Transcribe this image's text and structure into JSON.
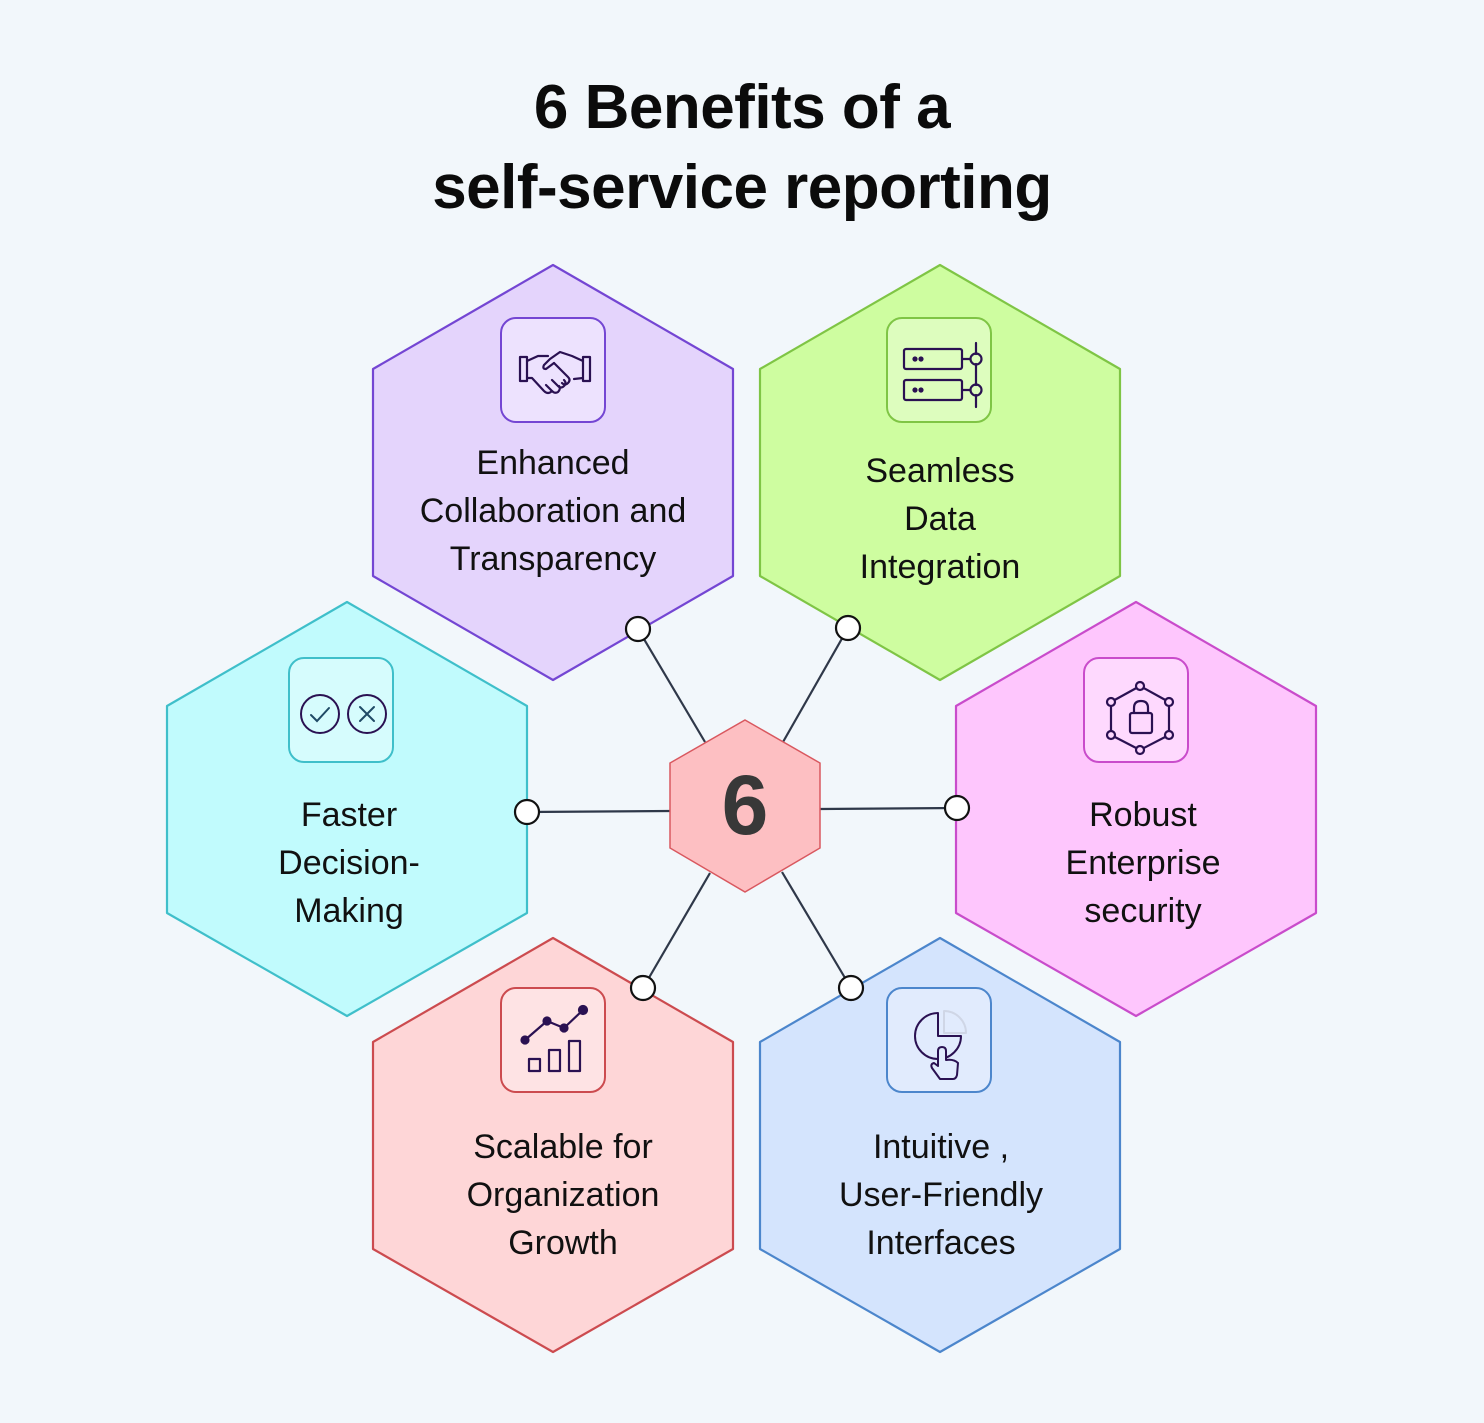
{
  "title": {
    "line1": "6 Benefits of a",
    "line2": "self-service reporting"
  },
  "center": {
    "number": "6",
    "fill": "#fdbfc2",
    "stroke": "#d9585f"
  },
  "benefits": [
    {
      "lines": [
        "Enhanced",
        "Collaboration and",
        "Transparency"
      ],
      "icon": "handshake-icon",
      "fill": "#e4d4fc",
      "stroke": "#7446d3",
      "icon_fill": "#ede2fe"
    },
    {
      "lines": [
        "Seamless",
        "Data",
        "Integration"
      ],
      "icon": "server-network-icon",
      "fill": "#cefda0",
      "stroke": "#7fc545",
      "icon_fill": "#ddfdbe"
    },
    {
      "lines": [
        "Faster",
        "Decision-",
        "Making"
      ],
      "icon": "check-cross-icon",
      "fill": "#c1fbfd",
      "stroke": "#3fbfca",
      "icon_fill": "#d6fcfd"
    },
    {
      "lines": [
        "Robust",
        "Enterprise",
        "security"
      ],
      "icon": "security-lock-icon",
      "fill": "#fec6fd",
      "stroke": "#c94ccb",
      "icon_fill": "#fed9fe"
    },
    {
      "lines": [
        "Scalable for",
        "Organization",
        "Growth"
      ],
      "icon": "growth-chart-icon",
      "fill": "#fed6d7",
      "stroke": "#cc4b4f",
      "icon_fill": "#fee3e4"
    },
    {
      "lines": [
        "Intuitive ,",
        "User-Friendly",
        "Interfaces"
      ],
      "icon": "pie-chart-click-icon",
      "fill": "#d4e4fd",
      "stroke": "#4c86cc",
      "icon_fill": "#e1ebfd"
    }
  ],
  "colors": {
    "background": "#f2f7fb",
    "connector_line": "#2f3849",
    "icon_stroke": "#2a1152"
  }
}
